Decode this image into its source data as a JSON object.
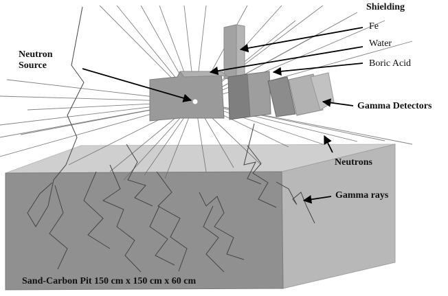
{
  "labels": {
    "shielding": "Shielding",
    "fe": "Fe",
    "water": "Water",
    "boric_acid": "Boric Acid",
    "neutron_source": "Neutron\nSource",
    "gamma_detectors": "Gamma Detectors",
    "neutrons": "Neutrons",
    "gamma_rays": "Gamma rays",
    "pit": "Sand-Carbon Pit 150 cm x 150 cm x 60 cm"
  },
  "colors": {
    "pit_front": "#8f8f8f",
    "pit_side": "#b3b3b3",
    "pit_top": "#c9c9c9",
    "track": "#555555",
    "shield": "#a5a5a5",
    "shield_dark": "#7d7d7d",
    "label": "#111111",
    "background": "#ffffff"
  }
}
